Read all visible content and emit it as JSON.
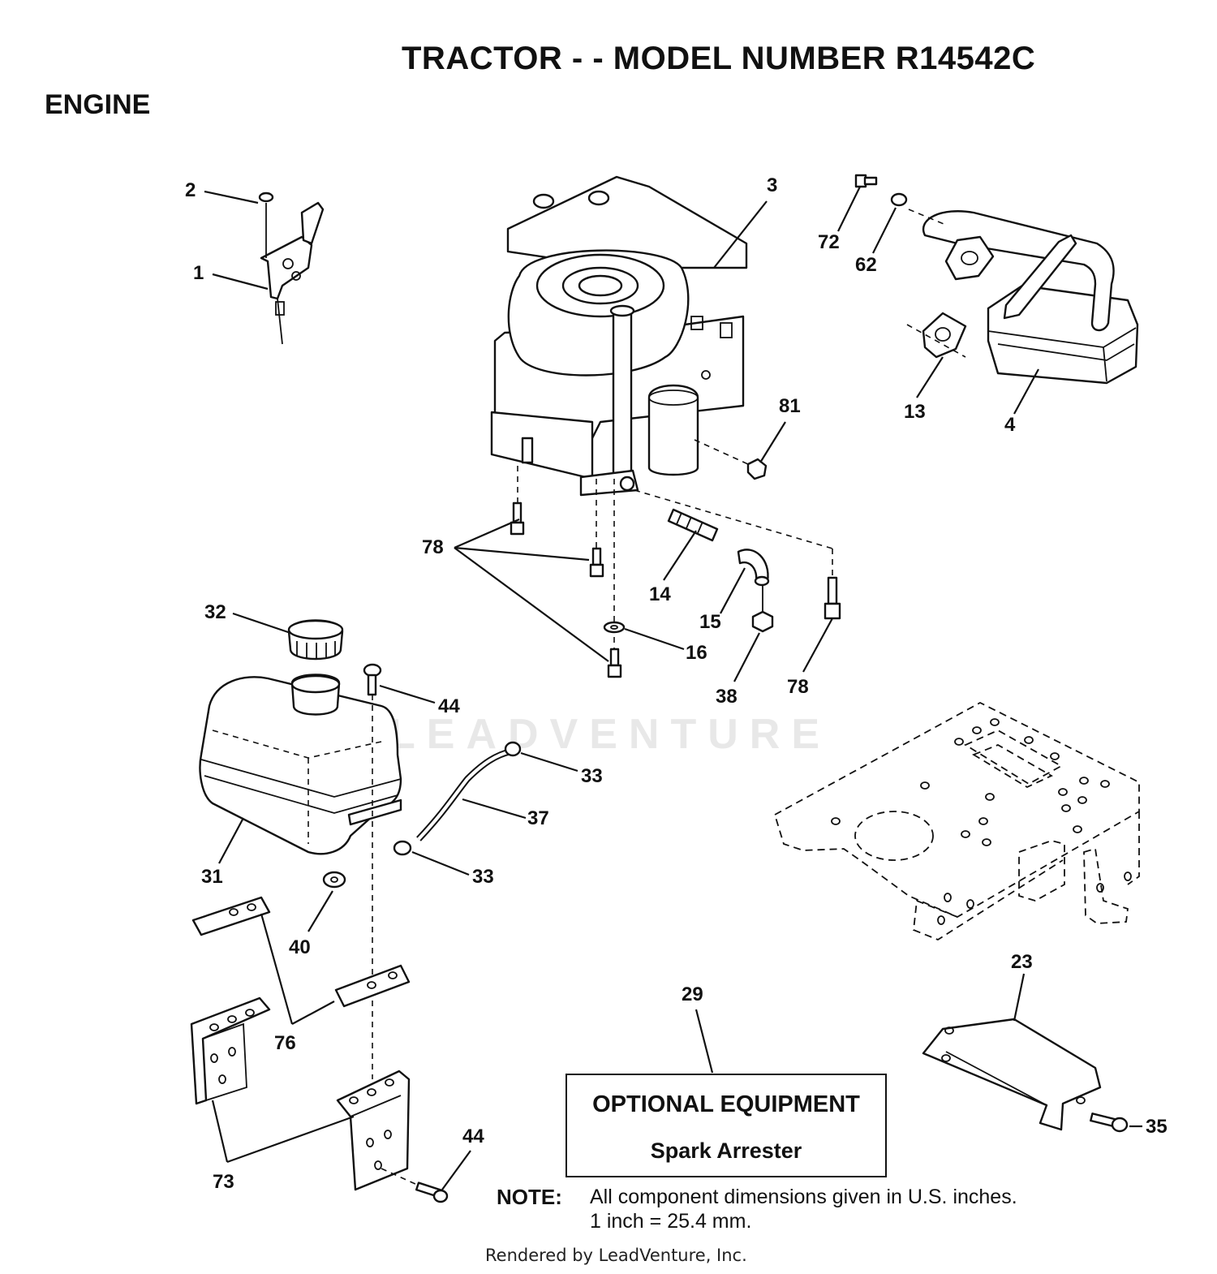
{
  "header": {
    "title": "TRACTOR - - MODEL NUMBER R14542C",
    "section": "ENGINE"
  },
  "parts": {
    "l1": "1",
    "l2": "2",
    "l3": "3",
    "l4": "4",
    "l13": "13",
    "l14": "14",
    "l15": "15",
    "l16": "16",
    "l23": "23",
    "l29": "29",
    "l31": "31",
    "l32": "32",
    "l33a": "33",
    "l33b": "33",
    "l35": "35",
    "l37": "37",
    "l38": "38",
    "l40": "40",
    "l44a": "44",
    "l44b": "44",
    "l62": "62",
    "l72": "72",
    "l73": "73",
    "l76": "76",
    "l78a": "78",
    "l78b": "78",
    "l81": "81"
  },
  "optional": {
    "title": "OPTIONAL EQUIPMENT",
    "item": "Spark Arrester"
  },
  "note": {
    "label": "NOTE:",
    "line1": "All component dimensions given in U.S. inches.",
    "line2": "1 inch = 25.4 mm."
  },
  "watermark": "LEADVENTURE",
  "footer": "Rendered by LeadVenture, Inc."
}
